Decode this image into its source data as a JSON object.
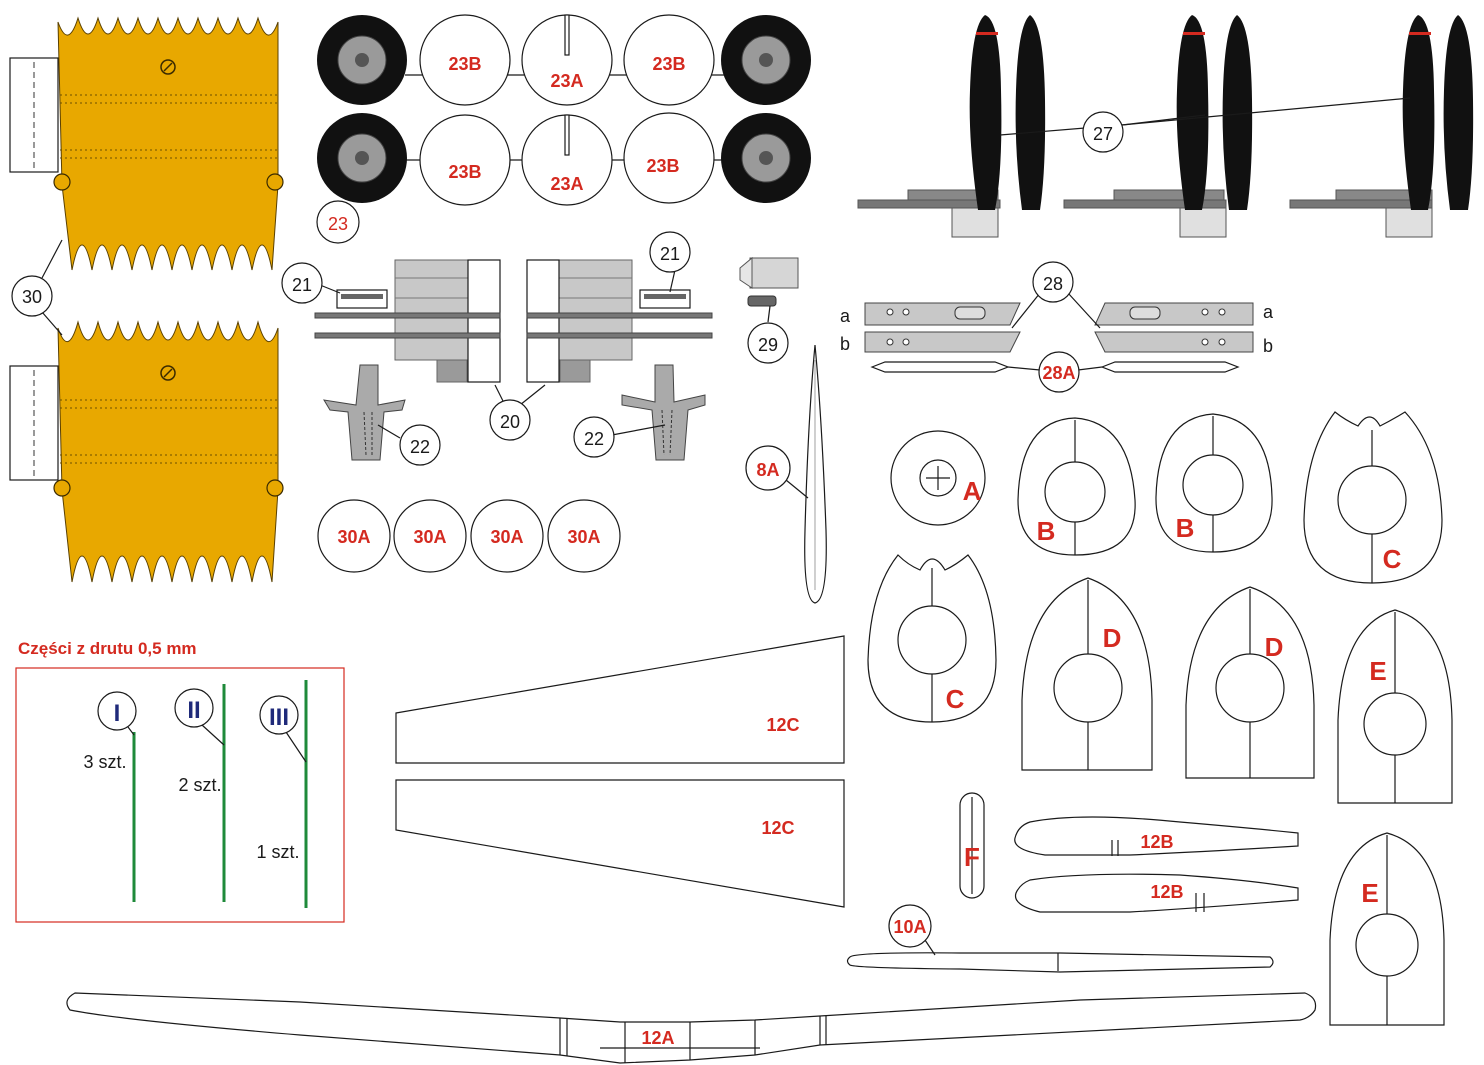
{
  "labels": {
    "exhaust": "30",
    "exhaust_disc": "30A",
    "wheel": "23",
    "wheel_disc_a": "23A",
    "wheel_disc_b": "23B",
    "propeller": "27",
    "tab": "21",
    "engine_bearer": "20",
    "strut": "22",
    "nozzle": "29",
    "spar": "28",
    "spar_strip": "28A",
    "spar_row_a": "a",
    "spar_row_b": "b",
    "pitot": "8A",
    "former_a": "A",
    "former_b": "B",
    "former_c": "C",
    "former_d": "D",
    "former_e": "E",
    "former_f": "F",
    "rib_12c": "12C",
    "rib_12b": "12B",
    "rib_10a": "10A",
    "wing_12a": "12A"
  },
  "wire_box": {
    "title": "Części z drutu 0,5 mm",
    "items": [
      {
        "numeral": "I",
        "count": "3 szt."
      },
      {
        "numeral": "II",
        "count": "2 szt."
      },
      {
        "numeral": "III",
        "count": "1 szt."
      }
    ]
  },
  "colors": {
    "exhaust_fill": "#e8a800",
    "label_red": "#d42a20",
    "roman_blue": "#1f2a7a",
    "wire_green": "#1e8a3a",
    "prop_black": "#111111",
    "prop_tip": "#d42a20"
  }
}
